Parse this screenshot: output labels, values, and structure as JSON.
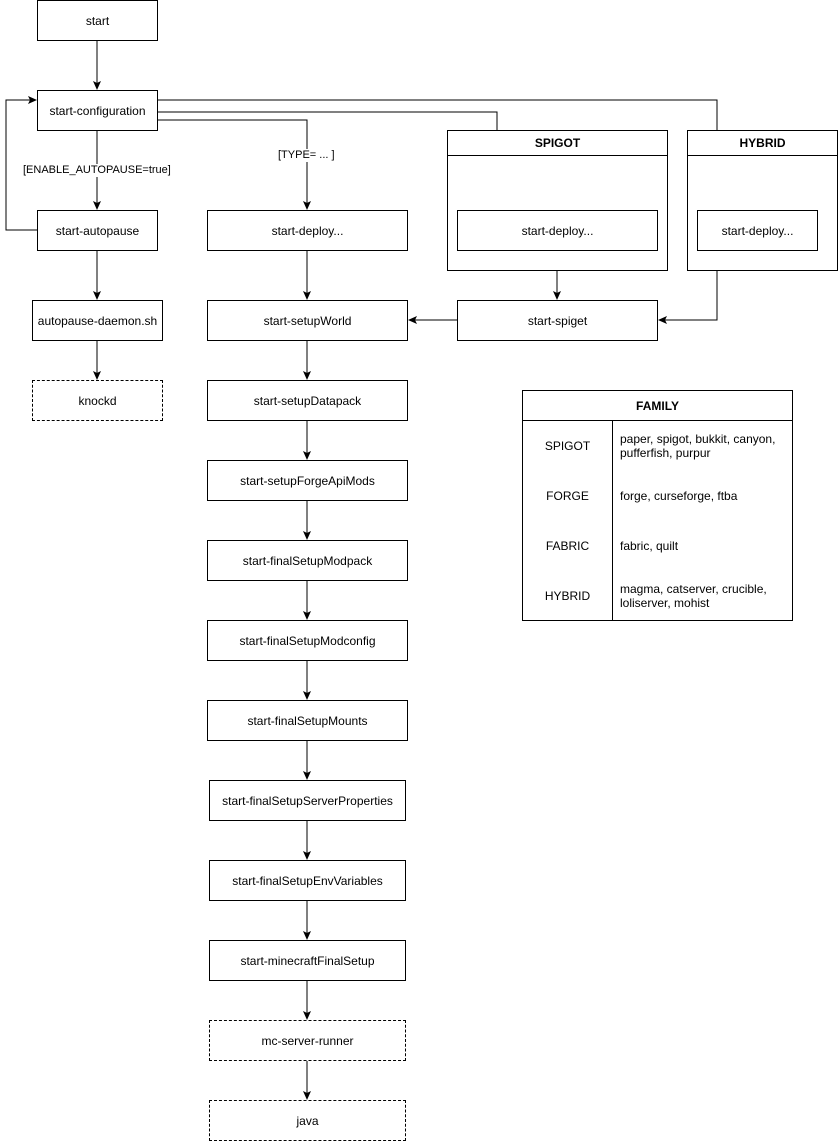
{
  "nodes": {
    "start": "start",
    "start_configuration": "start-configuration",
    "start_autopause": "start-autopause",
    "autopause_daemon": "autopause-daemon.sh",
    "knockd": "knockd",
    "start_deploy": "start-deploy...",
    "start_setupWorld": "start-setupWorld",
    "start_setupDatapack": "start-setupDatapack",
    "start_setupForgeApiMods": "start-setupForgeApiMods",
    "start_finalSetupModpack": "start-finalSetupModpack",
    "start_finalSetupModconfig": "start-finalSetupModconfig",
    "start_finalSetupMounts": "start-finalSetupMounts",
    "start_finalSetupServerProperties": "start-finalSetupServerProperties",
    "start_finalSetupEnvVariables": "start-finalSetupEnvVariables",
    "start_minecraftFinalSetup": "start-minecraftFinalSetup",
    "mc_server_runner": "mc-server-runner",
    "java": "java",
    "spigot_deploy": "start-deploy...",
    "hybrid_deploy": "start-deploy...",
    "start_spiget": "start-spiget"
  },
  "edge_labels": {
    "enable_autopause": "[ENABLE_AUTOPAUSE=true]",
    "type": "[TYPE= ... ]"
  },
  "groups": {
    "spigot": "SPIGOT",
    "hybrid": "HYBRID"
  },
  "family_table": {
    "title": "FAMILY",
    "rows": [
      {
        "key": "SPIGOT",
        "value": "paper, spigot, bukkit, canyon, pufferfish, purpur"
      },
      {
        "key": "FORGE",
        "value": "forge, curseforge, ftba"
      },
      {
        "key": "FABRIC",
        "value": "fabric, quilt"
      },
      {
        "key": "HYBRID",
        "value": "magma, catserver, crucible, loliserver, mohist"
      }
    ]
  }
}
